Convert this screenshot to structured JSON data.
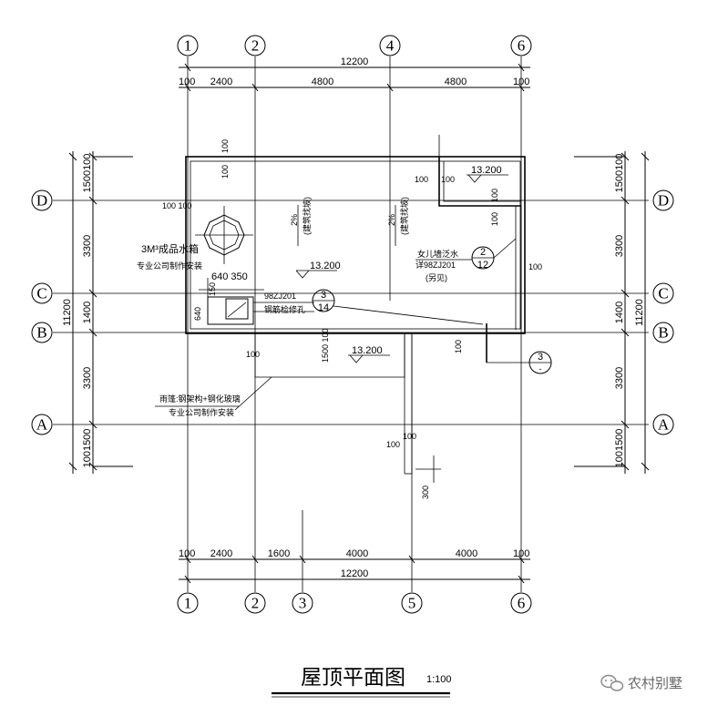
{
  "title": "屋顶平面图",
  "scale": "1:100",
  "watermark": "农村别墅",
  "grid_labels": {
    "top": [
      "1",
      "2",
      "4",
      "6"
    ],
    "bottom": [
      "1",
      "2",
      "3",
      "5",
      "6"
    ],
    "left": [
      "D",
      "C",
      "B",
      "A"
    ],
    "right": [
      "D",
      "C",
      "B",
      "A"
    ]
  },
  "dimensions": {
    "top_total": "12200",
    "top_segments": [
      "100",
      "2400",
      "4800",
      "4800",
      "100"
    ],
    "bottom_total": "12200",
    "bottom_segments": [
      "100",
      "2400",
      "1600",
      "4000",
      "4000",
      "100"
    ],
    "left_total": "11200",
    "left_segments": [
      "1500100",
      "3300",
      "1400",
      "3300",
      "1001500"
    ],
    "right_total": "11200",
    "right_segments": [
      "1500100",
      "3300",
      "1400",
      "3300",
      "1001500"
    ]
  },
  "annotations": {
    "elev1": "13.200",
    "elev2": "13.200",
    "elev3": "13.200",
    "tank": "3M³成品水箱",
    "tank_note": "专业公司制作安装",
    "hatch_ref": "98ZJ201",
    "hatch_note": "钢筋检修孔",
    "parapet": "女儿墙泛水",
    "parapet_ref": "详98ZJ201",
    "parapet_ref2": "(另见)",
    "canopy": "雨篷:钢架构+钢化玻璃",
    "canopy_note": "专业公司制作安装",
    "slope": "2%",
    "slope_note": "(建筑找坡)",
    "d_100": "100",
    "d_640_350": "640 350",
    "d_150": "150",
    "d_640": "640",
    "d_1500_100": "1500 100",
    "d_300": "300",
    "d_100_100": "100 100",
    "d_100_100b": "100",
    "callout1_top": "3",
    "callout1_bot": "14",
    "callout2_top": "2",
    "callout2_bot": "12",
    "callout3_top": "3",
    "callout3_bot": "-"
  }
}
